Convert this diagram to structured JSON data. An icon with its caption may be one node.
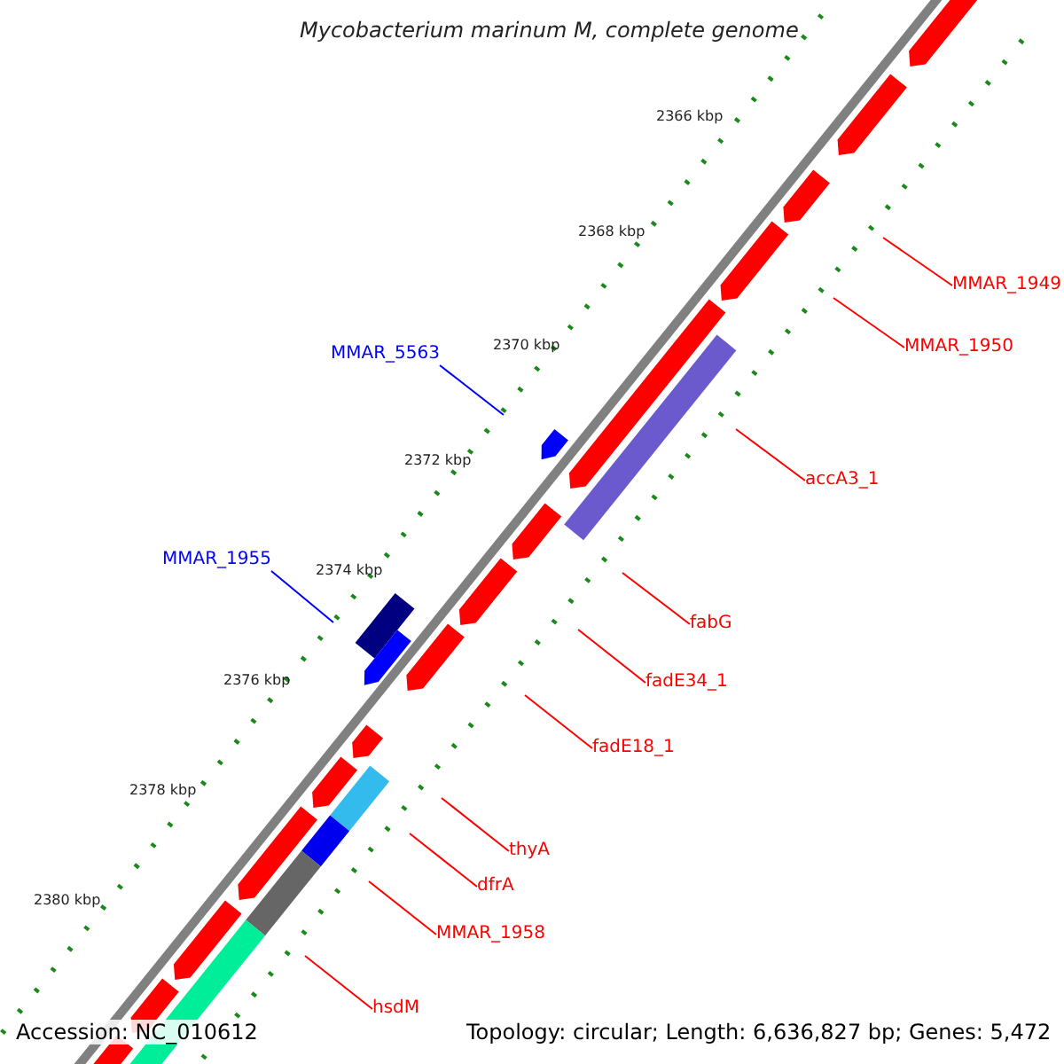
{
  "diagram": {
    "title": "Mycobacterium marinum M, complete genome",
    "nodes": [
      {
        "text": [
          "MMAR_1949"
        ]
      },
      {
        "text": [
          "MMAR_1950"
        ]
      },
      {
        "text": [
          "MMAR_5563"
        ]
      },
      {
        "text": [
          "accA3_1"
        ]
      },
      {
        "text": [
          "MMAR_1955"
        ]
      },
      {
        "text": [
          "fabG"
        ]
      },
      {
        "text": [
          "fadE34_1"
        ]
      },
      {
        "text": [
          "fadE18_1"
        ]
      },
      {
        "text": [
          "thyA"
        ]
      },
      {
        "text": [
          "dfrA"
        ]
      },
      {
        "text": [
          "MMAR_1958"
        ]
      },
      {
        "text": [
          "hsdM"
        ]
      }
    ],
    "edges": [
      {
        "from": 0,
        "to": null,
        "arrow": "none"
      },
      {
        "from": 1,
        "to": null,
        "arrow": "none"
      },
      {
        "from": 2,
        "to": null,
        "arrow": "none",
        "color": "#0000ff"
      },
      {
        "from": 3,
        "to": null,
        "arrow": "none"
      },
      {
        "from": 4,
        "to": null,
        "arrow": "none",
        "color": "#0000ff"
      },
      {
        "from": 5,
        "to": null,
        "arrow": "none"
      },
      {
        "from": 6,
        "to": null,
        "arrow": "none"
      },
      {
        "from": 7,
        "to": null,
        "arrow": "none"
      },
      {
        "from": 8,
        "to": null,
        "arrow": "none"
      },
      {
        "from": 9,
        "to": null,
        "arrow": "none"
      },
      {
        "from": 10,
        "to": null,
        "arrow": "none"
      },
      {
        "from": 11,
        "to": null,
        "arrow": "none"
      }
    ],
    "labels": [
      "2366 kbp",
      "2368 kbp",
      "2370 kbp",
      "2372 kbp",
      "2374 kbp",
      "2376 kbp",
      "2378 kbp",
      "2380 kbp",
      "Accession: NC_010612",
      "Topology: circular; Length: 6,636,827 bp; Genes: 5,472"
    ]
  }
}
